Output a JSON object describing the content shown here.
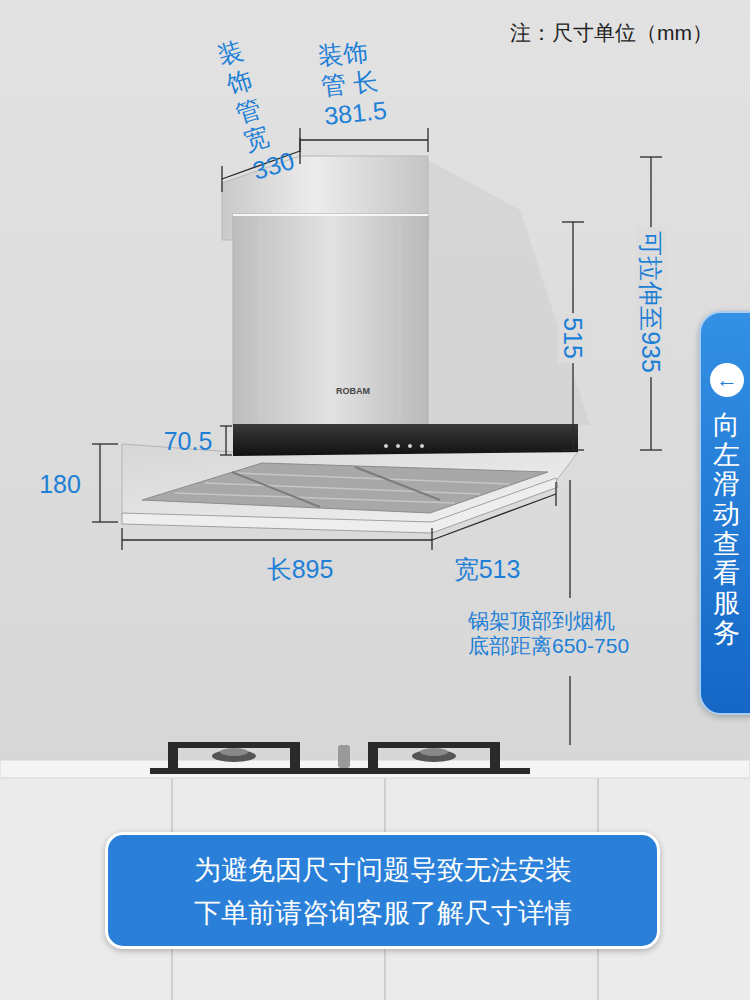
{
  "diagram": {
    "nodes": [
      {
        "text": [
          "←",
          "向左滑动查看服务"
        ]
      },
      {
        "text": [
          "为避免因尺寸问题导致无法安装 下单前请咨询客服了解尺寸详情"
        ]
      }
    ],
    "labels": [
      "注：尺寸单位（mm）",
      "装饰管 宽330",
      "装饰管 长381.5",
      "可拉伸至935",
      "515",
      "ROBAM",
      "70.5",
      "180",
      "长895",
      "宽513",
      "锅架顶部到烟机 底部距离650-750"
    ]
  }
}
